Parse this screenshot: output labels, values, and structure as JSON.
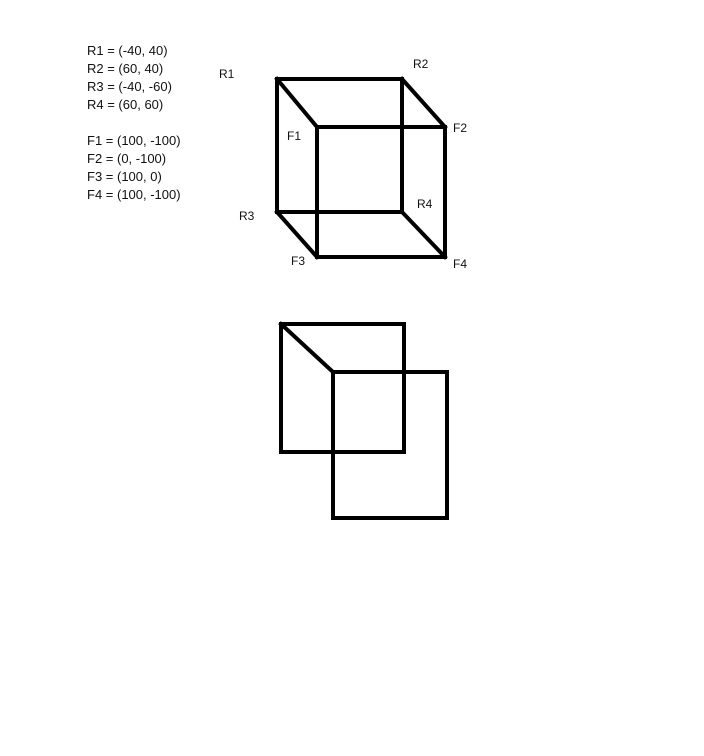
{
  "coordinates": {
    "r1": "R1 = (-40, 40)",
    "r2": "R2 = (60, 40)",
    "r3": "R3 = (-40, -60)",
    "r4": "R4 = (60, 60)",
    "f1": "F1 = (100, -100)",
    "f2": "F2 = (0, -100)",
    "f3": "F3 = (100, 0)",
    "f4": "F4 = (100, -100)"
  },
  "labels": {
    "r1": "R1",
    "r2": "R2",
    "r3": "R3",
    "r4": "R4",
    "f1": "F1",
    "f2": "F2",
    "f3": "F3",
    "f4": "F4"
  }
}
